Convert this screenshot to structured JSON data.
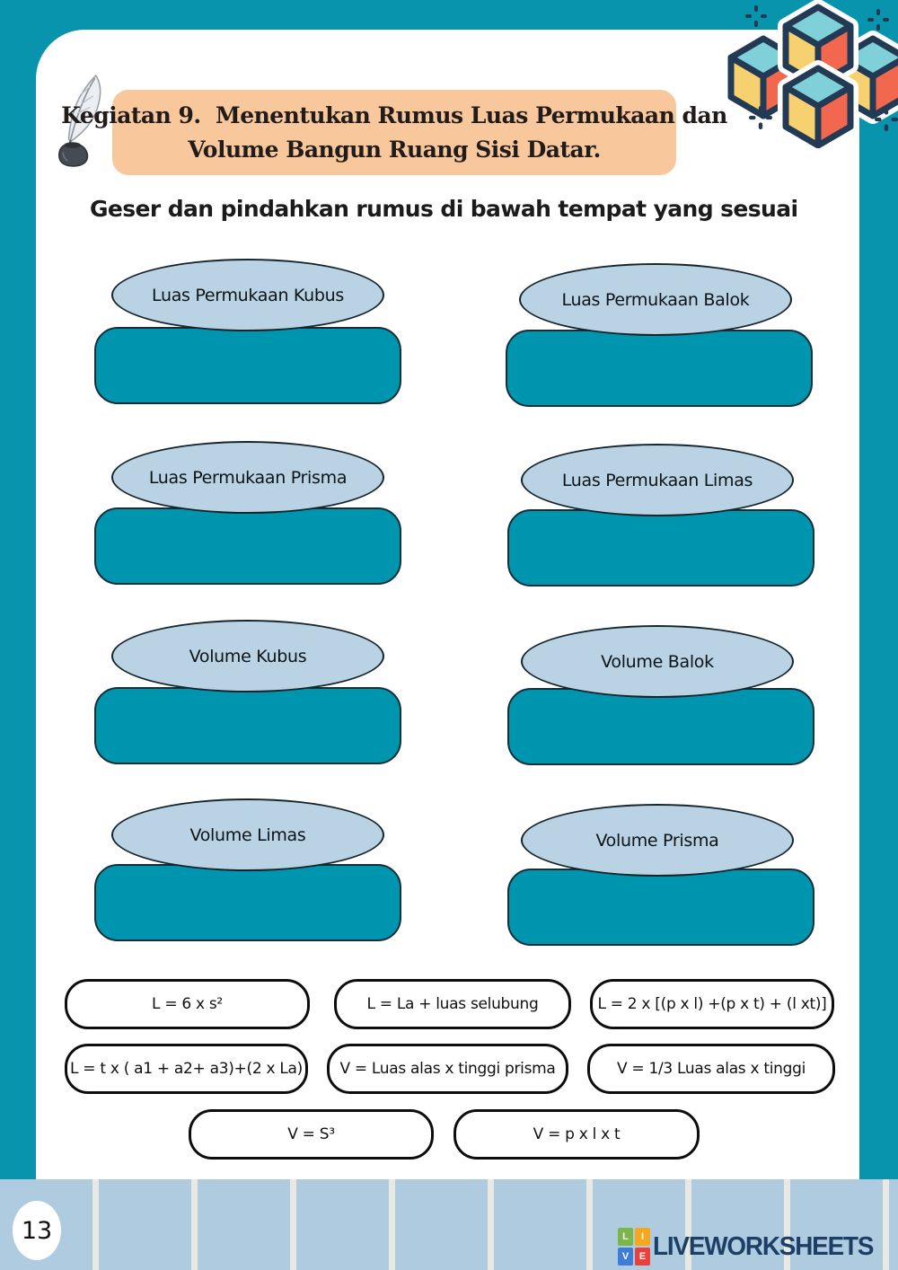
{
  "header": {
    "title_line1": "Kegiatan 9.  Menentukan Rumus Luas Permukaan dan",
    "title_line2": "Volume Bangun Ruang Sisi Datar."
  },
  "instruction": "Geser dan pindahkan rumus di bawah tempat yang sesuai",
  "drop_groups": [
    {
      "label": "Luas Permukaan Kubus"
    },
    {
      "label": "Luas Permukaan Balok"
    },
    {
      "label": "Luas Permukaan Prisma"
    },
    {
      "label": "Luas Permukaan Limas"
    },
    {
      "label": "Volume Kubus"
    },
    {
      "label": "Volume Balok"
    },
    {
      "label": "Volume Limas"
    },
    {
      "label": "Volume Prisma"
    }
  ],
  "formulas": [
    {
      "text": "L = 6 x s²"
    },
    {
      "text": "L = La + luas selubung"
    },
    {
      "text": "L = 2 x [(p x l) +(p x t) + (l xt)]"
    },
    {
      "text": "L = t x ( a1 + a2+ a3)+(2 x La)"
    },
    {
      "text": "V = Luas alas x tinggi prisma"
    },
    {
      "text": "V = 1/3 Luas alas x tinggi"
    },
    {
      "text": "V = S³"
    },
    {
      "text": "V = p x l x t"
    }
  ],
  "footer": {
    "page_number": "13",
    "brand": "LIVEWORKSHEETS",
    "logo_letters": [
      "L",
      "I",
      "V",
      "E"
    ]
  },
  "icons": {
    "header_icon": "quill-ink-icon",
    "corner_illustration": "cubes-icon",
    "decoration": "plus-sparkle-icon"
  },
  "colors": {
    "frame-teal": "#0894ac",
    "drop-teal": "#0095ae",
    "ellipse-blue": "#b9d3e4",
    "header-peach": "#f8c79b",
    "tile-blue": "#aecbdf",
    "tile-gap": "#eae8e2",
    "navy": "#223a54",
    "brand-navy": "#1d3f66",
    "cube-top": "#7fd0d9",
    "cube-left": "#f7d170",
    "cube-right": "#f2684f",
    "ink-black": "#1b1b1b",
    "white": "#ffffff"
  }
}
